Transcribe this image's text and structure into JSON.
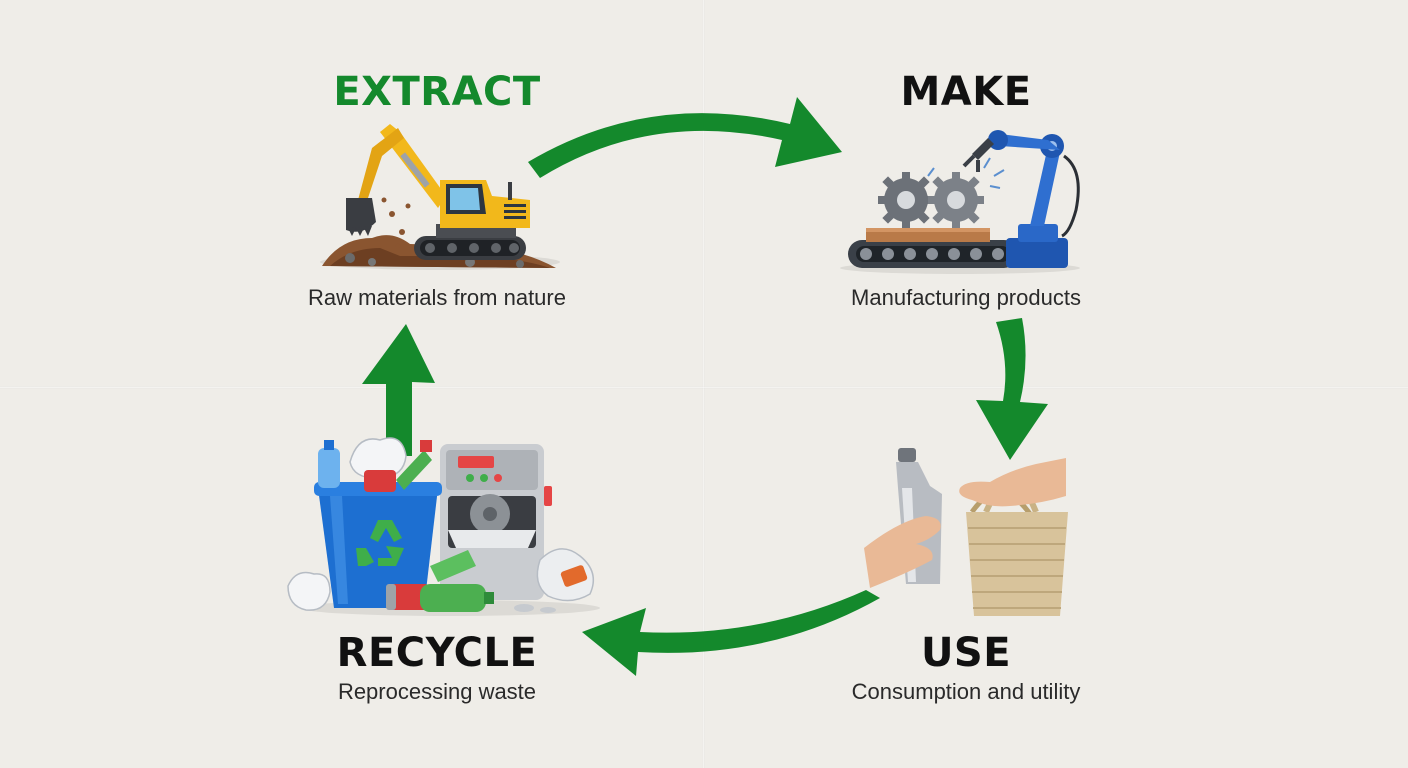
{
  "colors": {
    "accent_green": "#14892c",
    "title_black": "#111111",
    "background": "#efede8"
  },
  "stages": {
    "extract": {
      "title": "EXTRACT",
      "description": "Raw materials from nature",
      "icon": "excavator-icon"
    },
    "make": {
      "title": "MAKE",
      "description": "Manufacturing products",
      "icon": "factory-robot-arm-icon"
    },
    "use": {
      "title": "USE",
      "description": "Consumption and utility",
      "icon": "bottle-and-bag-icon"
    },
    "recycle": {
      "title": "RECYCLE",
      "description": "Reprocessing waste",
      "icon": "recycling-bin-icon"
    }
  },
  "flow": [
    "extract",
    "make",
    "use",
    "recycle",
    "extract"
  ]
}
